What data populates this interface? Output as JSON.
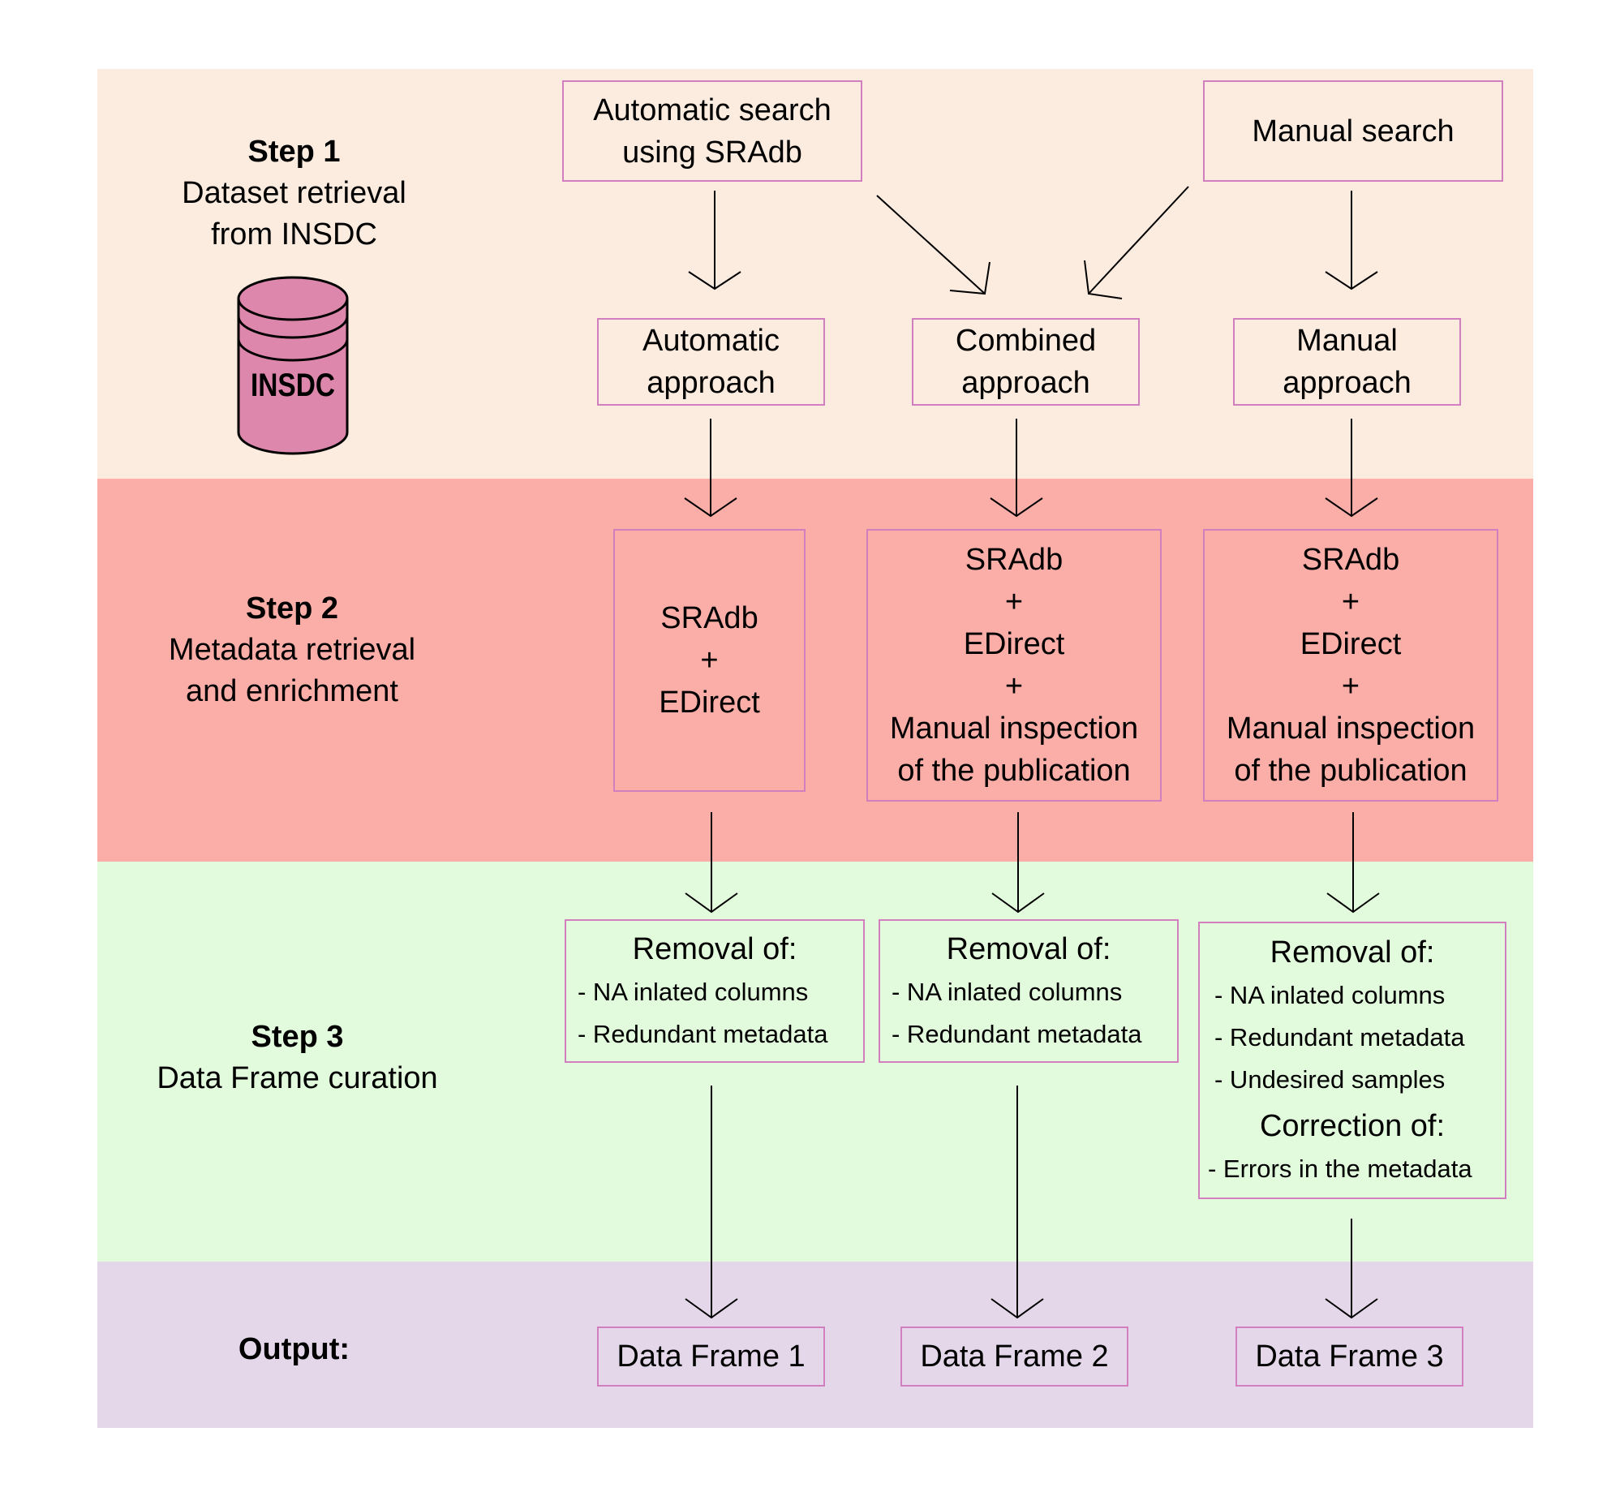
{
  "colors": {
    "step1_band": "#fcebdf",
    "step2_band": "#fbaea8",
    "step3_band": "#e2fbdc",
    "output_band": "#e4d7e9",
    "box_border": "#d27fc0",
    "database_fill": "#de87ac"
  },
  "steps": {
    "step1": {
      "title": "Step 1",
      "line1": "Dataset retrieval",
      "line2": "from INSDC"
    },
    "step2": {
      "title": "Step 2",
      "line1": "Metadata retrieval",
      "line2": "and enrichment"
    },
    "step3": {
      "title": "Step 3",
      "line1": "Data Frame curation"
    },
    "output": {
      "title": "Output:"
    }
  },
  "database": {
    "label": "INSDC",
    "icon": "database-cylinder-icon"
  },
  "search": {
    "automatic": {
      "line1": "Automatic search",
      "line2": "using SRAdb"
    },
    "manual": {
      "line1": "Manual search"
    }
  },
  "approaches": {
    "automatic": {
      "line1": "Automatic",
      "line2": "approach"
    },
    "combined": {
      "line1": "Combined",
      "line2": "approach"
    },
    "manual": {
      "line1": "Manual",
      "line2": "approach"
    }
  },
  "metadata": {
    "automatic": [
      "SRAdb",
      "+",
      "EDirect"
    ],
    "combined": [
      "SRAdb",
      "+",
      "EDirect",
      "+",
      "Manual inspection",
      "of the publication"
    ],
    "manual": [
      "SRAdb",
      "+",
      "EDirect",
      "+",
      "Manual inspection",
      "of the publication"
    ]
  },
  "curation": {
    "automatic": {
      "heading": "Removal of:",
      "items": [
        "- NA inlated columns",
        "- Redundant metadata"
      ]
    },
    "combined": {
      "heading": "Removal of:",
      "items": [
        "- NA inlated columns",
        "- Redundant metadata"
      ]
    },
    "manual": {
      "heading": "Removal of:",
      "items": [
        "- NA inlated columns",
        "- Redundant metadata",
        "- Undesired samples"
      ],
      "heading2": "Correction of:",
      "items2": [
        "- Errors in the metadata"
      ]
    }
  },
  "outputs": {
    "df1": "Data Frame 1",
    "df2": "Data Frame 2",
    "df3": "Data Frame 3"
  }
}
